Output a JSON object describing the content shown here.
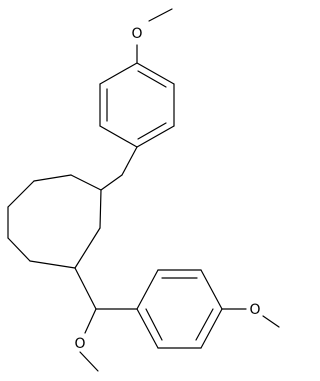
{
  "structure": {
    "atoms": {
      "o_top": "O",
      "o_right": "O",
      "o_bottom": "O"
    },
    "colors": {
      "bond": "#000000",
      "label": "#000000",
      "background": "#ffffff"
    }
  }
}
